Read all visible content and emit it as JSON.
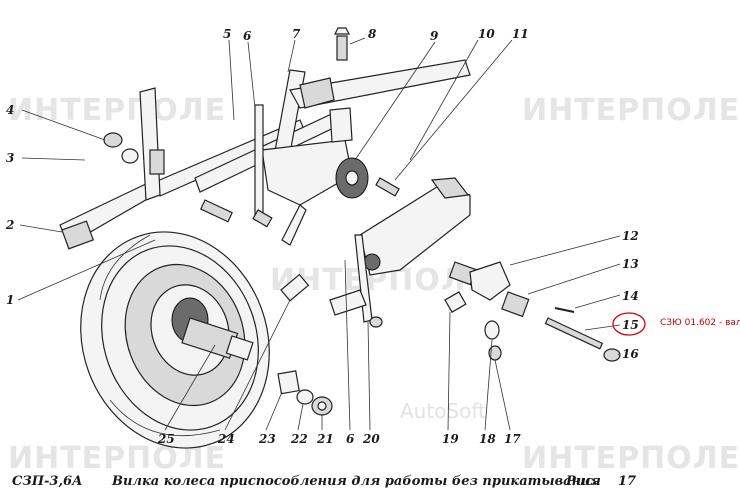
{
  "watermarks": {
    "brand": "ИНТЕРПОЛЕ",
    "secondary": "AutoSoft"
  },
  "caption": {
    "model": "СЗП-3,6А",
    "title": "Вилка колеса приспособления для работы без прикатывания",
    "fig_label": "Рис.",
    "fig_number": "17"
  },
  "annotation": {
    "text": "СЗЮ 01.602 - вал",
    "highlighted_part": "15",
    "circle_color": "#d00000"
  },
  "part_labels": [
    "1",
    "2",
    "3",
    "4",
    "5",
    "6",
    "7",
    "8",
    "9",
    "10",
    "11",
    "12",
    "13",
    "14",
    "15",
    "16",
    "17",
    "18",
    "19",
    "20",
    "21",
    "22",
    "23",
    "24",
    "25",
    "6"
  ]
}
